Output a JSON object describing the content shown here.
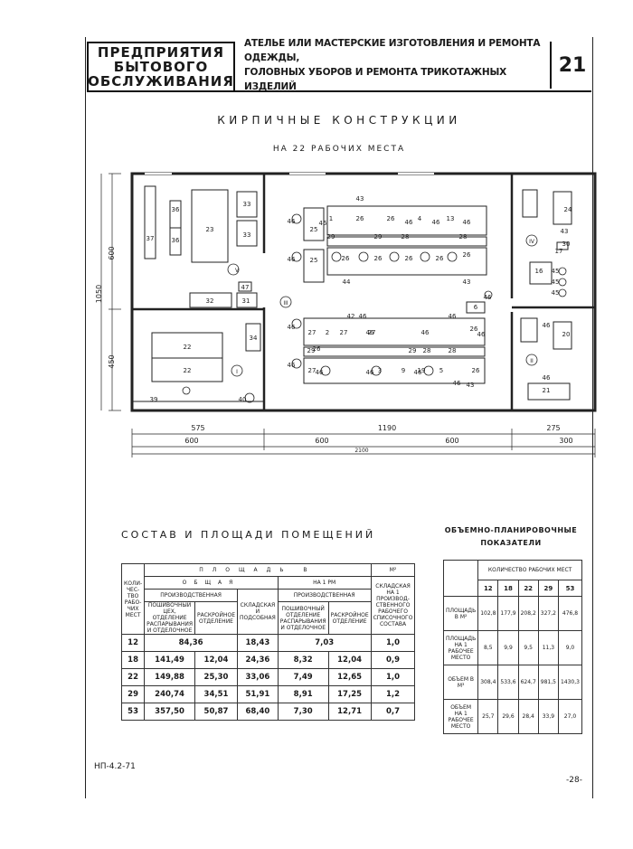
{
  "header": {
    "left_lines": [
      "ПРЕДПРИЯТИЯ",
      "БЫТОВОГО",
      "ОБСЛУЖИВАНИЯ"
    ],
    "mid_lines": [
      "АТЕЛЬЕ ИЛИ МАСТЕРСКИЕ ИЗГОТОВЛЕНИЯ И РЕМОНТА ОДЕЖДЫ,",
      "ГОЛОВНЫХ УБОРОВ И РЕМОНТА ТРИКОТАЖНЫХ ИЗДЕЛИЙ"
    ],
    "sheet_number": "21"
  },
  "plan": {
    "title": "КИРПИЧНЫЕ КОНСТРУКЦИИ",
    "subtitle": "НА 22 РАБОЧИХ МЕСТА",
    "left_dims": [
      "600",
      "1050",
      "450"
    ],
    "bottom_dims_row1": [
      "575",
      "1190",
      "275"
    ],
    "bottom_dims_row2": [
      "600",
      "600",
      "600",
      "300"
    ],
    "bottom_total": "2100",
    "room_marks": [
      "I",
      "II",
      "III",
      "IV",
      "V"
    ],
    "labels": [
      "23",
      "33",
      "33",
      "36",
      "36",
      "37",
      "32",
      "31",
      "47",
      "22",
      "22",
      "34",
      "39",
      "40",
      "25",
      "25",
      "26",
      "26",
      "26",
      "26",
      "26",
      "26",
      "26",
      "26",
      "26",
      "26",
      "1",
      "2",
      "3",
      "4",
      "5",
      "6",
      "9",
      "13",
      "19",
      "24",
      "16",
      "20",
      "21",
      "27",
      "27",
      "27",
      "27",
      "28",
      "28",
      "28",
      "28",
      "29",
      "29",
      "29",
      "29",
      "30",
      "17",
      "42",
      "43",
      "43",
      "43",
      "43",
      "44",
      "45",
      "45",
      "45",
      "46",
      "46",
      "46",
      "46",
      "46",
      "46",
      "46",
      "46",
      "46",
      "46",
      "46",
      "46",
      "46",
      "46",
      "46",
      "46",
      "46",
      "46",
      "46",
      "46"
    ]
  },
  "table1": {
    "title": "СОСТАВ И ПЛОЩАДИ ПОМЕЩЕНИЙ",
    "h_area": "ПЛОЩАДЬ В",
    "h_unit": "М²",
    "h_count": "КОЛИ-ЧЕС-ТВО РАБО-ЧИХ МЕСТ",
    "h_total": "ОБЩАЯ",
    "h_per": "НА 1 РМ",
    "h_prod": "ПРОИЗВОДСТВЕННАЯ",
    "h_prod2": "ПРОИЗВОДСТВЕННАЯ",
    "h_sew": "ПОШИВОЧНЫЙ ЦЕХ, ОТДЕЛЕНИЕ РАСПАРЫВАНИЯ И ОТДЕЛОЧНОЕ",
    "h_cut": "РАСКРОЙНОЕ ОТДЕЛЕНИЕ",
    "h_store": "СКЛАДСКАЯ И ПОДСОБНАЯ",
    "h_sew2": "ПОШИВОЧНЫЙ ОТДЕЛЕНИЕ РАСПАРЫВАНИЯ И ОТДЕЛОЧНОЕ",
    "h_cut2": "РАСКРОЙНОЕ ОТДЕЛЕНИЕ",
    "h_last": "СКЛАДСКАЯ НА 1 ПРОИЗВОД-СТВЕННОГО РАБОЧЕГО СПИСОЧНОГО СОСТАВА",
    "row12": [
      "12",
      "84,36",
      "18,43",
      "7,03",
      "1,0"
    ],
    "rows": [
      [
        "18",
        "141,49",
        "12,04",
        "24,36",
        "8,32",
        "12,04",
        "0,9"
      ],
      [
        "22",
        "149,88",
        "25,30",
        "33,06",
        "7,49",
        "12,65",
        "1,0"
      ],
      [
        "29",
        "240,74",
        "34,51",
        "51,91",
        "8,91",
        "17,25",
        "1,2"
      ],
      [
        "53",
        "357,50",
        "50,87",
        "68,40",
        "7,30",
        "12,71",
        "0,7"
      ]
    ]
  },
  "table2": {
    "title_lines": [
      "ОБЪЕМНО-ПЛАНИРОВОЧНЫЕ",
      "ПОКАЗАТЕЛИ"
    ],
    "h_count": "КОЛИЧЕСТВО РАБОЧИХ МЕСТ",
    "cols": [
      "12",
      "18",
      "22",
      "29",
      "53"
    ],
    "rows": [
      {
        "label": "ПЛОЩАДЬ В М²",
        "values": [
          "102,8",
          "177,9",
          "208,2",
          "327,2",
          "476,8"
        ]
      },
      {
        "label": "ПЛОЩАДЬ НА 1 РАБОЧЕЕ МЕСТО",
        "values": [
          "8,5",
          "9,9",
          "9,5",
          "11,3",
          "9,0"
        ]
      },
      {
        "label": "ОБЪЕМ В М³",
        "values": [
          "308,4",
          "533,6",
          "624,7",
          "981,5",
          "1430,3"
        ]
      },
      {
        "label": "ОБЪЕМ НА 1 РАБОЧЕЕ МЕСТО",
        "values": [
          "25,7",
          "29,6",
          "28,4",
          "33,9",
          "27,0"
        ]
      }
    ]
  },
  "footer": {
    "code": "НП-4.2-71",
    "page": "-28-"
  }
}
